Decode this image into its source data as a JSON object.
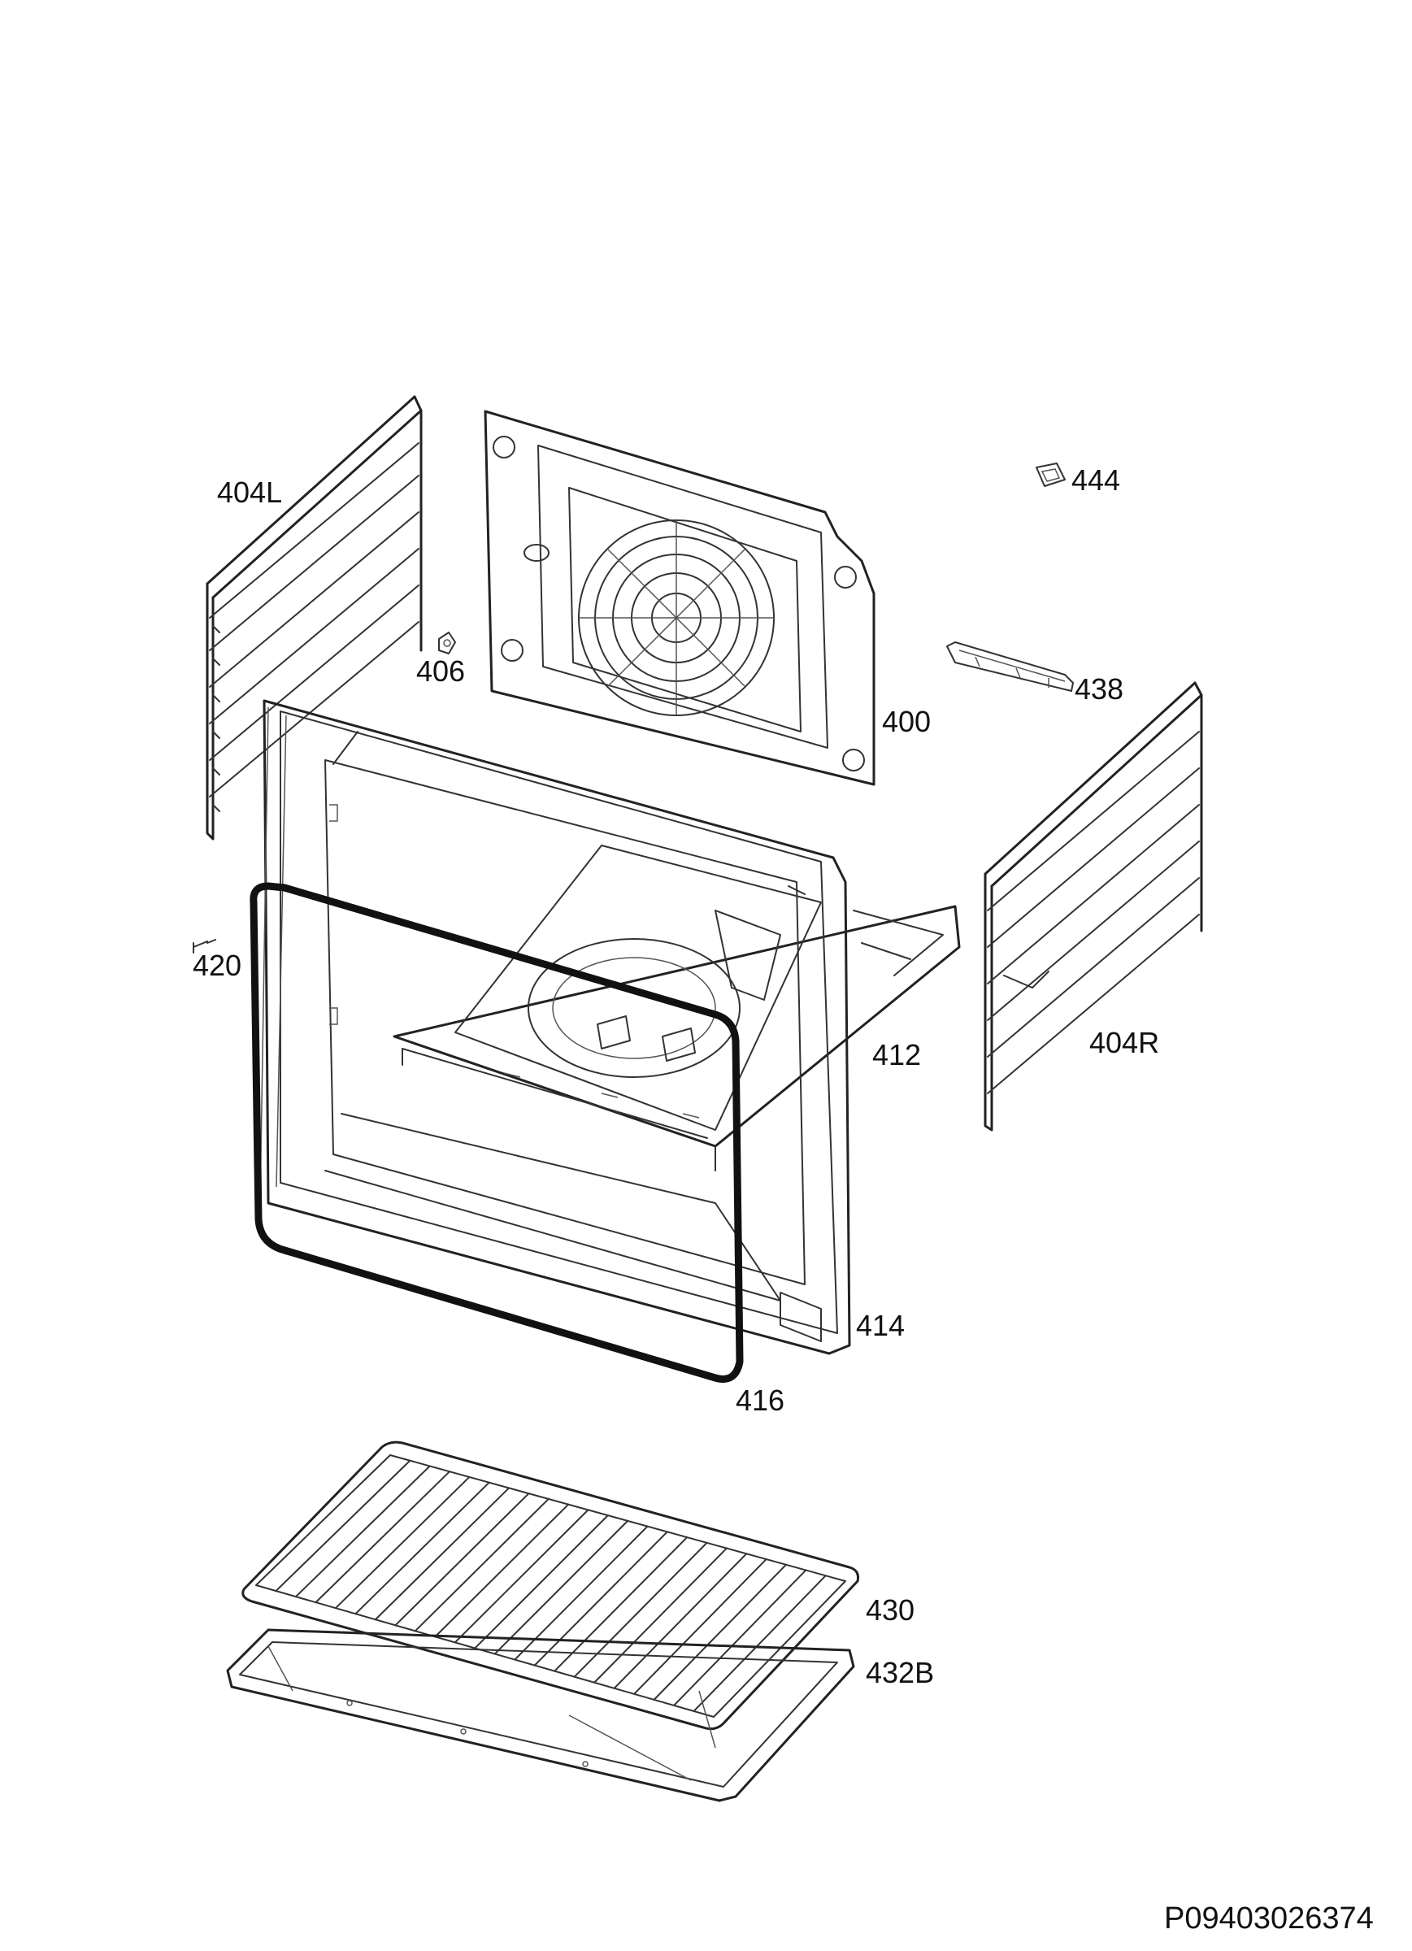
{
  "labels": {
    "p400": "400",
    "p404L": "404L",
    "p404R": "404R",
    "p406": "406",
    "p412": "412",
    "p414": "414",
    "p416": "416",
    "p420": "420",
    "p430": "430",
    "p432B": "432B",
    "p438": "438",
    "p444": "444"
  },
  "drawing_code": "P09403026374"
}
